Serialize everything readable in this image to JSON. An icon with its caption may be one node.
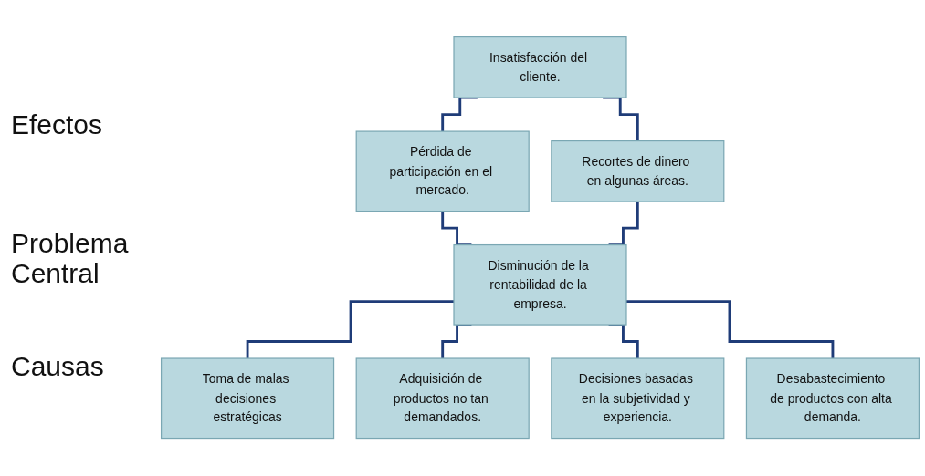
{
  "diagram": {
    "nodes": [
      {
        "text": [
          "Insatisfacción del cliente."
        ]
      },
      {
        "text": [
          "Pérdida de participación en el mercado."
        ]
      },
      {
        "text": [
          "Recortes de dinero en algunas áreas."
        ]
      },
      {
        "text": [
          "Disminución de la rentabilidad de la empresa."
        ]
      },
      {
        "text": [
          "Toma de malas decisiones estratégicas"
        ]
      },
      {
        "text": [
          "Adquisición de productos no tan demandados."
        ]
      },
      {
        "text": [
          "Decisiones basadas en la subjetividad y experiencia."
        ]
      },
      {
        "text": [
          "Desabastecimiento de productos con alta demanda."
        ]
      }
    ],
    "edges": [
      {
        "from": 0,
        "to": 1,
        "arrow": "none"
      },
      {
        "from": 0,
        "to": 2,
        "arrow": "none"
      },
      {
        "from": 1,
        "to": 3,
        "arrow": "none"
      },
      {
        "from": 2,
        "to": 3,
        "arrow": "none"
      },
      {
        "from": 3,
        "to": 4,
        "arrow": "none"
      },
      {
        "from": 3,
        "to": 5,
        "arrow": "none"
      },
      {
        "from": 3,
        "to": 6,
        "arrow": "none"
      },
      {
        "from": 3,
        "to": 7,
        "arrow": "none"
      }
    ],
    "labels": [
      "Efectos",
      "Problema Central",
      "Causas"
    ]
  }
}
